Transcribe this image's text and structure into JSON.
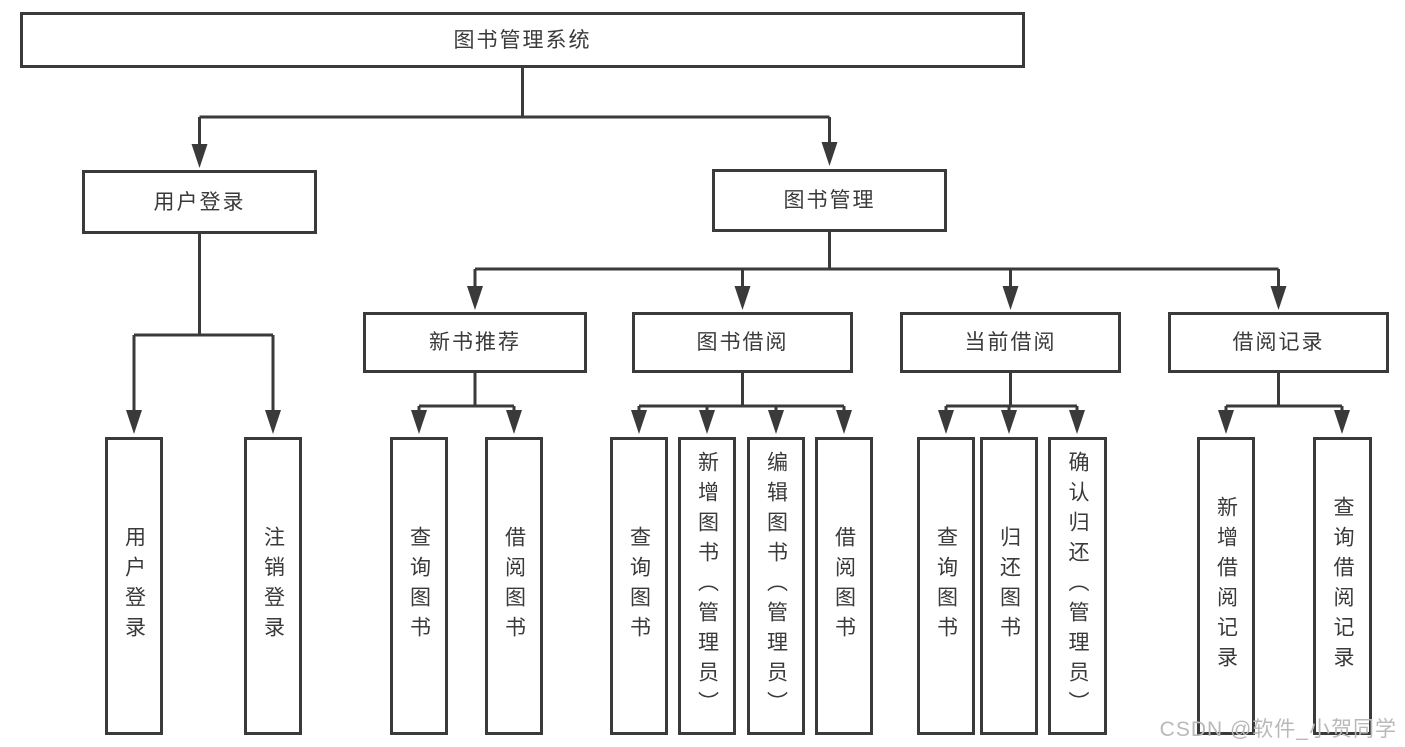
{
  "diagram": {
    "root": {
      "label": "图书管理系统"
    },
    "level2": {
      "user_login": {
        "label": "用户登录"
      },
      "book_mgmt": {
        "label": "图书管理"
      }
    },
    "level3": {
      "new_books": {
        "label": "新书推荐"
      },
      "book_borrow": {
        "label": "图书借阅"
      },
      "current_borrow": {
        "label": "当前借阅"
      },
      "borrow_records": {
        "label": "借阅记录"
      }
    },
    "leaves": {
      "user_login": {
        "label": "用户登录"
      },
      "logout": {
        "label": "注销登录"
      },
      "nb_query_books": {
        "label": "查询图书"
      },
      "nb_borrow_books": {
        "label": "借阅图书"
      },
      "bb_query_books": {
        "label": "查询图书"
      },
      "bb_add_books": {
        "label": "新增图书（管理员）"
      },
      "bb_edit_books": {
        "label": "编辑图书（管理员）"
      },
      "bb_borrow_books": {
        "label": "借阅图书"
      },
      "cb_query_books": {
        "label": "查询图书"
      },
      "cb_return_books": {
        "label": "归还图书"
      },
      "cb_confirm_return": {
        "label": "确认归还（管理员）"
      },
      "br_add_record": {
        "label": "新增借阅记录"
      },
      "br_query_record": {
        "label": "查询借阅记录"
      }
    }
  },
  "watermark": "CSDN @软件_小贺同学",
  "colors": {
    "line": "#3a3a3a",
    "text": "#3a3a3a",
    "box_background": "#ffffff",
    "page_background": "#ffffff",
    "watermark": "#b9b9b9"
  }
}
